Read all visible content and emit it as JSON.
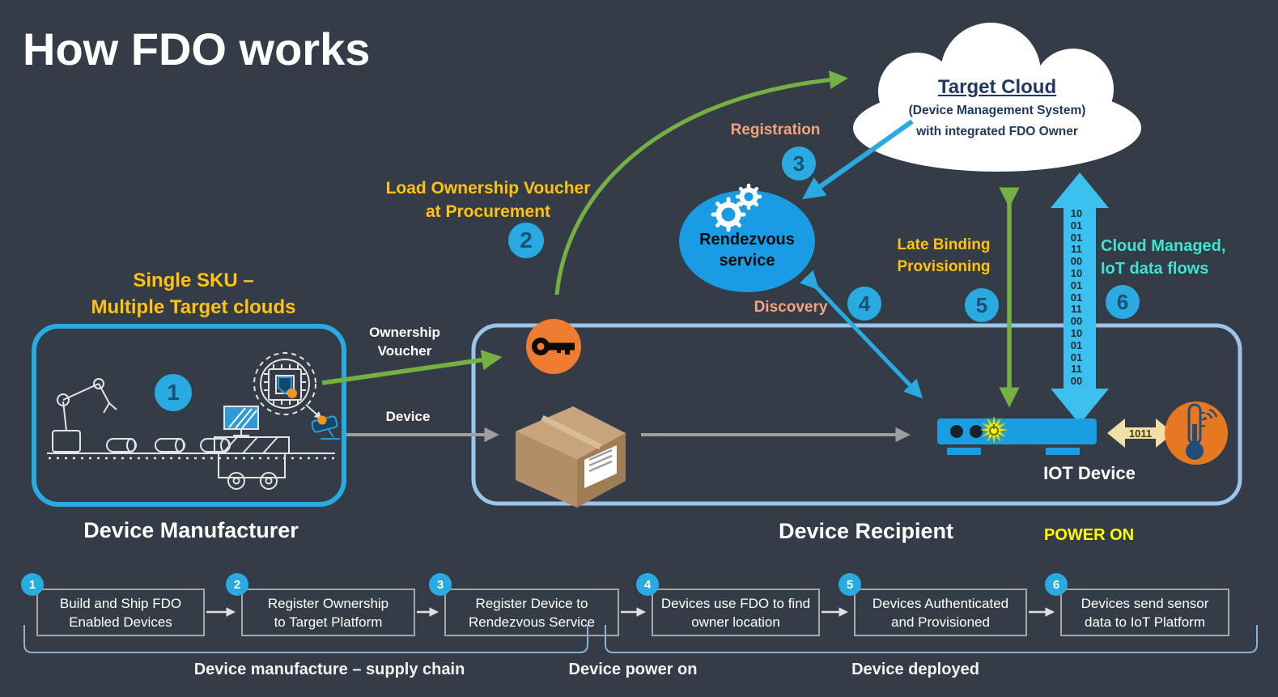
{
  "title": "How FDO works",
  "cloud": {
    "title": "Target Cloud",
    "subtitle1": "(Device Management System)",
    "subtitle2": "with integrated FDO Owner"
  },
  "rendezvous": {
    "label": "Rendezvous\nservice"
  },
  "annotations": {
    "load_voucher": "Load Ownership Voucher\nat Procurement",
    "registration": "Registration",
    "discovery": "Discovery",
    "late_binding": "Late Binding\nProvisioning",
    "cloud_managed": "Cloud Managed,\nIoT data flows",
    "single_sku": "Single SKU –\nMultiple Target clouds",
    "ownership_voucher": "Ownership\nVoucher",
    "device": "Device",
    "power_on": "POWER ON"
  },
  "sections": {
    "manufacturer": "Device Manufacturer",
    "recipient": "Device Recipient",
    "iot_device": "IOT Device"
  },
  "circles": {
    "c1": "1",
    "c2": "2",
    "c3": "3",
    "c4": "4",
    "c5": "5",
    "c6": "6"
  },
  "data_arrow": {
    "bits": [
      "10",
      "01",
      "01",
      "11",
      "00",
      "10",
      "01",
      "01",
      "11",
      "00",
      "10",
      "01",
      "01",
      "11",
      "00"
    ],
    "link_label": "1011"
  },
  "steps": [
    {
      "num": "1",
      "text": "Build and Ship FDO\nEnabled Devices"
    },
    {
      "num": "2",
      "text": "Register Ownership\nto Target Platform"
    },
    {
      "num": "3",
      "text": "Register Device to\nRendezvous Service"
    },
    {
      "num": "4",
      "text": "Devices use FDO to find\nowner location"
    },
    {
      "num": "5",
      "text": "Devices Authenticated\nand Provisioned"
    },
    {
      "num": "6",
      "text": "Devices send sensor\ndata to IoT Platform"
    }
  ],
  "phases": [
    {
      "label": "Device manufacture – supply chain"
    },
    {
      "label": "Device power on"
    },
    {
      "label": "Device deployed"
    }
  ],
  "colors": {
    "background": "#343D47",
    "accent_blue": "#29ABE2",
    "gold": "#FFC20E",
    "green": "#76B043",
    "salmon": "#F4A47C",
    "cyan": "#3FE3D3",
    "power_yellow": "#FFFF00",
    "orange": "#EE7C31",
    "recipient_border": "#9DC3E6"
  }
}
